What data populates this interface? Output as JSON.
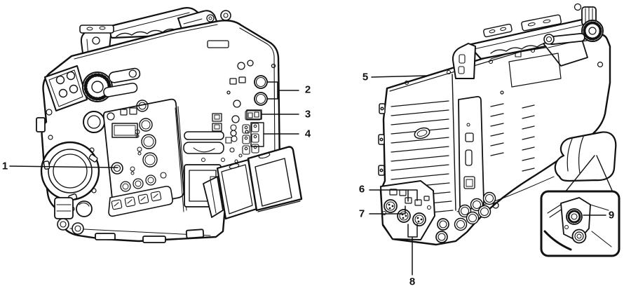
{
  "figure": {
    "type": "camera-parts-diagram",
    "background": "#ffffff",
    "line_color": "#111111",
    "views": [
      {
        "name": "left-side-view"
      },
      {
        "name": "rear-left-view"
      },
      {
        "name": "connector-detail-inset"
      }
    ]
  },
  "callouts": [
    {
      "label": "1"
    },
    {
      "label": "2"
    },
    {
      "label": "3"
    },
    {
      "label": "4"
    },
    {
      "label": "5"
    },
    {
      "label": "6"
    },
    {
      "label": "7"
    },
    {
      "label": "8"
    },
    {
      "label": "9"
    }
  ]
}
